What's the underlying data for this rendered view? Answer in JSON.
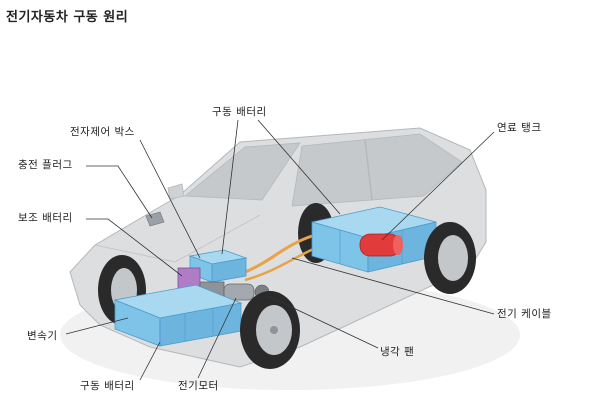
{
  "title": "전기자동차 구동 원리",
  "labels": {
    "drive_battery_top": "구동 배터리",
    "ecu_box": "전자제어 박스",
    "fuel_tank": "연료 탱크",
    "charging_plug": "충전 플러그",
    "aux_battery": "보조 배터리",
    "electric_cable": "전기 케이블",
    "transmission": "변속기",
    "cooling_fan": "냉각 팬",
    "drive_battery_bottom": "구동 배터리",
    "electric_motor": "전기모터"
  },
  "colors": {
    "car_body": "#dcdee0",
    "car_window": "#c6c9cc",
    "battery": "#7ec3e8",
    "battery_top": "#a9d9f1",
    "fuel_tank": "#e23b3b",
    "aux_battery": "#b07cc6",
    "cable": "#e8a24a",
    "tire": "#2a2a2a",
    "rim": "#c3c7ca"
  }
}
